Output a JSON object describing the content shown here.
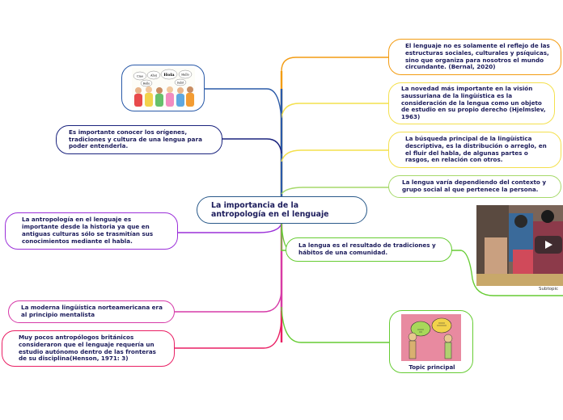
{
  "central": {
    "title": "La importancia de la antropología en el lenguaje"
  },
  "right_nodes": [
    {
      "text": "El lenguaje no es solamente el reflejo de las estructuras sociales, culturales y psíquicas, sino que organiza para nosotros el mundo circundante. (Bernal, 2020)",
      "color": "#f39c12"
    },
    {
      "text": "La novedad más importante en la visión saussuriana de la lingüística es la consideración de la lengua como un objeto de estudio en su propio derecho (Hjelmslev, 1963)",
      "color": "#f4e04d"
    },
    {
      "text": "La búsqueda principal de la lingüística descriptiva, es la distribución o arreglo, en el fluir del habla, de algunas partes o rasgos, en relación con otros.",
      "color": "#f4e04d"
    },
    {
      "text": "La lengua varía dependiendo del contexto y grupo social al que pertenece la persona.",
      "color": "#a6d96a"
    },
    {
      "text": "La lengua es el resultado de tradiciones y hábitos de una comunidad.",
      "color": "#66cc33"
    }
  ],
  "left_nodes": [
    {
      "text": "Es importante conocer los orígenes, tradiciones y cultura de una lengua para poder entenderla.",
      "color": "#1a237e"
    },
    {
      "text": "La antropología en el lenguaje es importante desde la historia ya que en antiguas culturas sólo se trasmitían sus conocimientos mediante el habla.",
      "color": "#9b30d9"
    },
    {
      "text": "La moderna lingüística norteamericana era al principio mentalista",
      "color": "#d63aa8"
    },
    {
      "text": "Muy pocos antropólogos británicos consideraron que el lenguaje requería un estudio autónomo dentro de las fronteras de su disciplina(Henson, 1971: 3)",
      "color": "#e91e63"
    }
  ],
  "image_nodes": {
    "greetings": {
      "words": [
        "Ciao",
        "Ahoj",
        "Hola",
        "Hallo",
        "Hello",
        "Salut"
      ],
      "color": "#2a5aa8"
    },
    "topic": {
      "caption": "Topic principal",
      "color": "#66cc33"
    },
    "video": {
      "caption": "Subtopic",
      "color": "#66cc33"
    }
  },
  "branch_colors": {
    "top_right": "#f39c12",
    "yellow": "#f4e04d",
    "green": "#66cc33",
    "blue": "#2a5aa8",
    "purple": "#9b30d9",
    "magenta": "#e91e63"
  }
}
